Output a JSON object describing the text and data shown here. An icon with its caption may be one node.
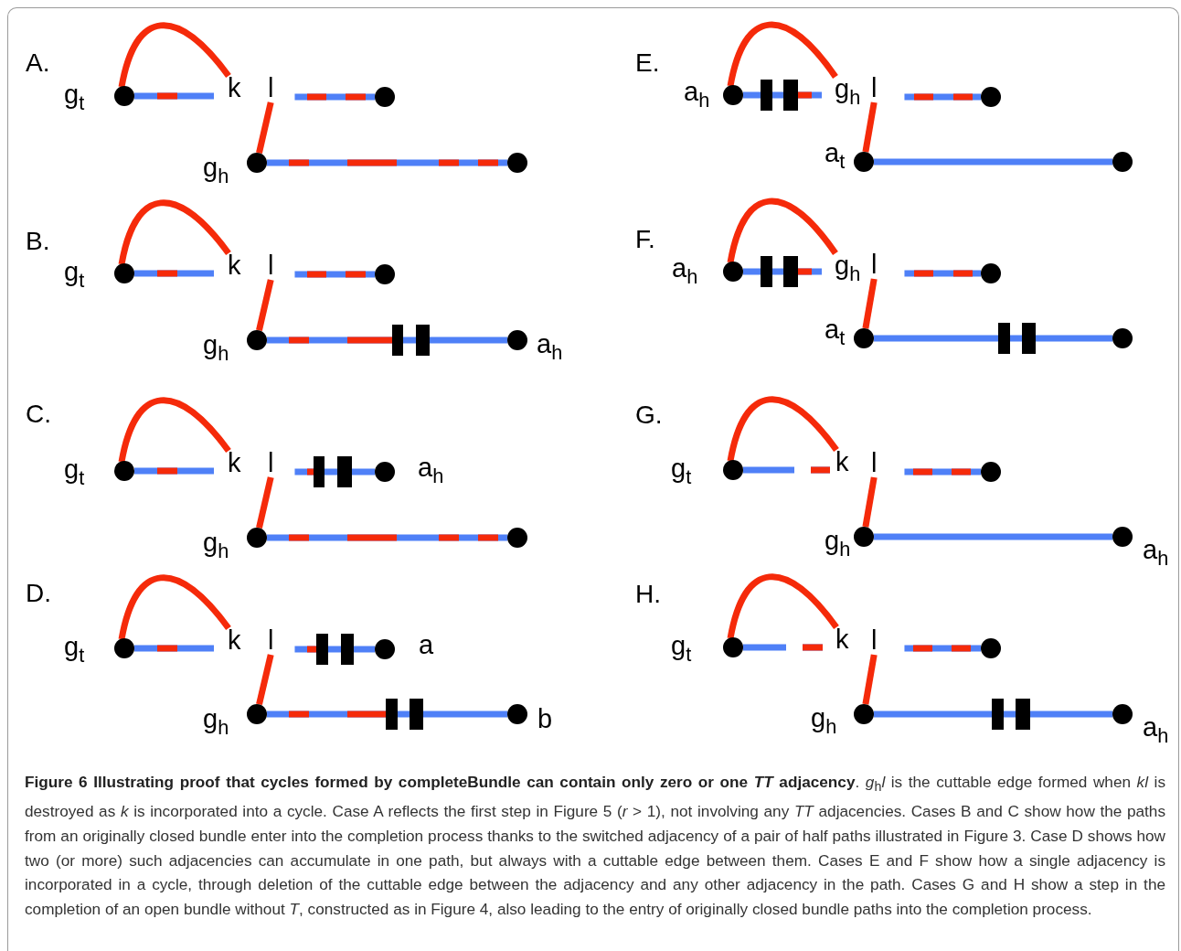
{
  "diagram": {
    "caption": "**Figure 6 Illustrating proof that cycles formed by completeBundle can contain only zero or one *TT* adjacency**. *g*$_{h}$*l* is the cuttable edge formed when *kl* is destroyed as *k* is incorporated into a cycle. Case A reflects the first step in Figure 5 (*r* > 1), not involving any *TT* adjacencies. Cases B and C show how the paths from an originally closed bundle enter into the completion process thanks to the switched adjacency of a pair of half paths illustrated in Figure 3. Case D shows how two (or more) such adjacencies can accumulate in one path, but always with a cuttable edge between them. Cases E and F show how a single adjacency is incorporated in a cycle, through deletion of the cuttable edge between the adjacency and any other adjacency in the path. Cases G and H show a step in the completion of an open bundle without *T*, constructed as in Figure 4, also leading to the entry of originally closed bundle paths into the completion process.",
    "nodes": [
      {
        "text": [],
        "shape": "circle",
        "beside": [
          "g$_{t}$"
        ]
      },
      {
        "text": [
          "k"
        ]
      },
      {
        "text": [
          "l"
        ]
      },
      {
        "text": [],
        "shape": "circle"
      },
      {
        "text": [],
        "shape": "circle",
        "beside": [
          "g$_{h}$"
        ]
      },
      {
        "text": [],
        "shape": "circle"
      },
      {
        "text": [],
        "shape": "circle",
        "beside": [
          "g$_{t}$"
        ]
      },
      {
        "text": [
          "k"
        ]
      },
      {
        "text": [
          "l"
        ]
      },
      {
        "text": [],
        "shape": "circle"
      },
      {
        "text": [],
        "shape": "circle",
        "beside": [
          "g$_{h}$"
        ]
      },
      {
        "text": [],
        "shape": "circle",
        "beside": [
          "a$_{h}$"
        ]
      },
      {
        "text": [],
        "shape": "circle",
        "beside": [
          "g$_{t}$"
        ]
      },
      {
        "text": [
          "k"
        ]
      },
      {
        "text": [
          "l"
        ]
      },
      {
        "text": [],
        "shape": "circle",
        "beside": [
          "a$_{h}$"
        ]
      },
      {
        "text": [],
        "shape": "circle",
        "beside": [
          "g$_{h}$"
        ]
      },
      {
        "text": [],
        "shape": "circle"
      },
      {
        "text": [],
        "shape": "circle",
        "beside": [
          "g$_{t}$"
        ]
      },
      {
        "text": [
          "k"
        ]
      },
      {
        "text": [
          "l"
        ]
      },
      {
        "text": [],
        "shape": "circle",
        "beside": [
          "a"
        ]
      },
      {
        "text": [],
        "shape": "circle",
        "beside": [
          "g$_{h}$"
        ]
      },
      {
        "text": [],
        "shape": "circle",
        "beside": [
          "b"
        ]
      },
      {
        "text": [],
        "shape": "circle",
        "beside": [
          "a$_{h}$"
        ]
      },
      {
        "text": [
          "g$_{h}$"
        ]
      },
      {
        "text": [
          "l"
        ]
      },
      {
        "text": [],
        "shape": "circle"
      },
      {
        "text": [],
        "shape": "circle",
        "beside": [
          "a$_{t}$"
        ]
      },
      {
        "text": [],
        "shape": "circle"
      },
      {
        "text": [],
        "shape": "circle",
        "beside": [
          "a$_{h}$"
        ]
      },
      {
        "text": [
          "g$_{h}$"
        ]
      },
      {
        "text": [
          "l"
        ]
      },
      {
        "text": [],
        "shape": "circle"
      },
      {
        "text": [],
        "shape": "circle",
        "beside": [
          "a$_{t}$"
        ]
      },
      {
        "text": [],
        "shape": "circle"
      },
      {
        "text": [],
        "shape": "circle",
        "beside": [
          "g$_{t}$"
        ]
      },
      {
        "text": [
          "k"
        ]
      },
      {
        "text": [
          "l"
        ]
      },
      {
        "text": [],
        "shape": "circle"
      },
      {
        "text": [],
        "shape": "circle",
        "beside": [
          "g$_{h}$"
        ]
      },
      {
        "text": [],
        "shape": "circle",
        "beside": [
          "a$_{h}$"
        ]
      },
      {
        "text": [],
        "shape": "circle",
        "beside": [
          "g$_{t}$"
        ]
      },
      {
        "text": [
          "k"
        ]
      },
      {
        "text": [
          "l"
        ]
      },
      {
        "text": [],
        "shape": "circle"
      },
      {
        "text": [],
        "shape": "circle",
        "beside": [
          "g$_{h}$"
        ]
      },
      {
        "text": [],
        "shape": "circle",
        "beside": [
          "a$_{h}$"
        ]
      }
    ],
    "edges": [
      {
        "from": 0,
        "to": 1,
        "arrow": "none",
        "color": "#f52a0a"
      },
      {
        "from": 0,
        "to": 1,
        "arrow": "none"
      },
      {
        "from": 2,
        "to": 3,
        "arrow": "none"
      },
      {
        "from": 2,
        "to": 4,
        "arrow": "none",
        "color": "#f52a0a"
      },
      {
        "from": 4,
        "to": 5,
        "arrow": "none"
      },
      {
        "from": 6,
        "to": 7,
        "arrow": "none",
        "color": "#f52a0a"
      },
      {
        "from": 6,
        "to": 7,
        "arrow": "none"
      },
      {
        "from": 8,
        "to": 9,
        "arrow": "none"
      },
      {
        "from": 8,
        "to": 10,
        "arrow": "none",
        "color": "#f52a0a"
      },
      {
        "from": 10,
        "to": 11,
        "arrow": "none"
      },
      {
        "from": 12,
        "to": 13,
        "arrow": "none",
        "color": "#f52a0a"
      },
      {
        "from": 12,
        "to": 13,
        "arrow": "none"
      },
      {
        "from": 14,
        "to": 15,
        "arrow": "none"
      },
      {
        "from": 14,
        "to": 16,
        "arrow": "none",
        "color": "#f52a0a"
      },
      {
        "from": 16,
        "to": 17,
        "arrow": "none"
      },
      {
        "from": 18,
        "to": 19,
        "arrow": "none",
        "color": "#f52a0a"
      },
      {
        "from": 18,
        "to": 19,
        "arrow": "none"
      },
      {
        "from": 20,
        "to": 21,
        "arrow": "none"
      },
      {
        "from": 20,
        "to": 22,
        "arrow": "none",
        "color": "#f52a0a"
      },
      {
        "from": 22,
        "to": 23,
        "arrow": "none"
      },
      {
        "from": 24,
        "to": 25,
        "arrow": "none",
        "color": "#f52a0a"
      },
      {
        "from": 24,
        "to": 25,
        "arrow": "none"
      },
      {
        "from": 26,
        "to": 27,
        "arrow": "none"
      },
      {
        "from": 26,
        "to": 28,
        "arrow": "none",
        "color": "#f52a0a"
      },
      {
        "from": 28,
        "to": 29,
        "arrow": "none"
      },
      {
        "from": 30,
        "to": 31,
        "arrow": "none",
        "color": "#f52a0a"
      },
      {
        "from": 30,
        "to": 31,
        "arrow": "none"
      },
      {
        "from": 32,
        "to": 33,
        "arrow": "none"
      },
      {
        "from": 32,
        "to": 34,
        "arrow": "none",
        "color": "#f52a0a"
      },
      {
        "from": 34,
        "to": 35,
        "arrow": "none"
      },
      {
        "from": 36,
        "to": 37,
        "arrow": "none",
        "color": "#f52a0a"
      },
      {
        "from": 36,
        "to": 37,
        "arrow": "none",
        "style": "dashed"
      },
      {
        "from": 38,
        "to": 39,
        "arrow": "none"
      },
      {
        "from": 38,
        "to": 40,
        "arrow": "none",
        "color": "#f52a0a"
      },
      {
        "from": 40,
        "to": 41,
        "arrow": "none"
      },
      {
        "from": 42,
        "to": 43,
        "arrow": "none",
        "color": "#f52a0a"
      },
      {
        "from": 42,
        "to": 43,
        "arrow": "none",
        "style": "dashed"
      },
      {
        "from": 44,
        "to": 45,
        "arrow": "none"
      },
      {
        "from": 44,
        "to": 46,
        "arrow": "none",
        "color": "#f52a0a"
      },
      {
        "from": 46,
        "to": 47,
        "arrow": "none"
      }
    ],
    "labels": [
      "A.",
      "B.",
      "C.",
      "D.",
      "E.",
      "F.",
      "G.",
      "H."
    ]
  }
}
